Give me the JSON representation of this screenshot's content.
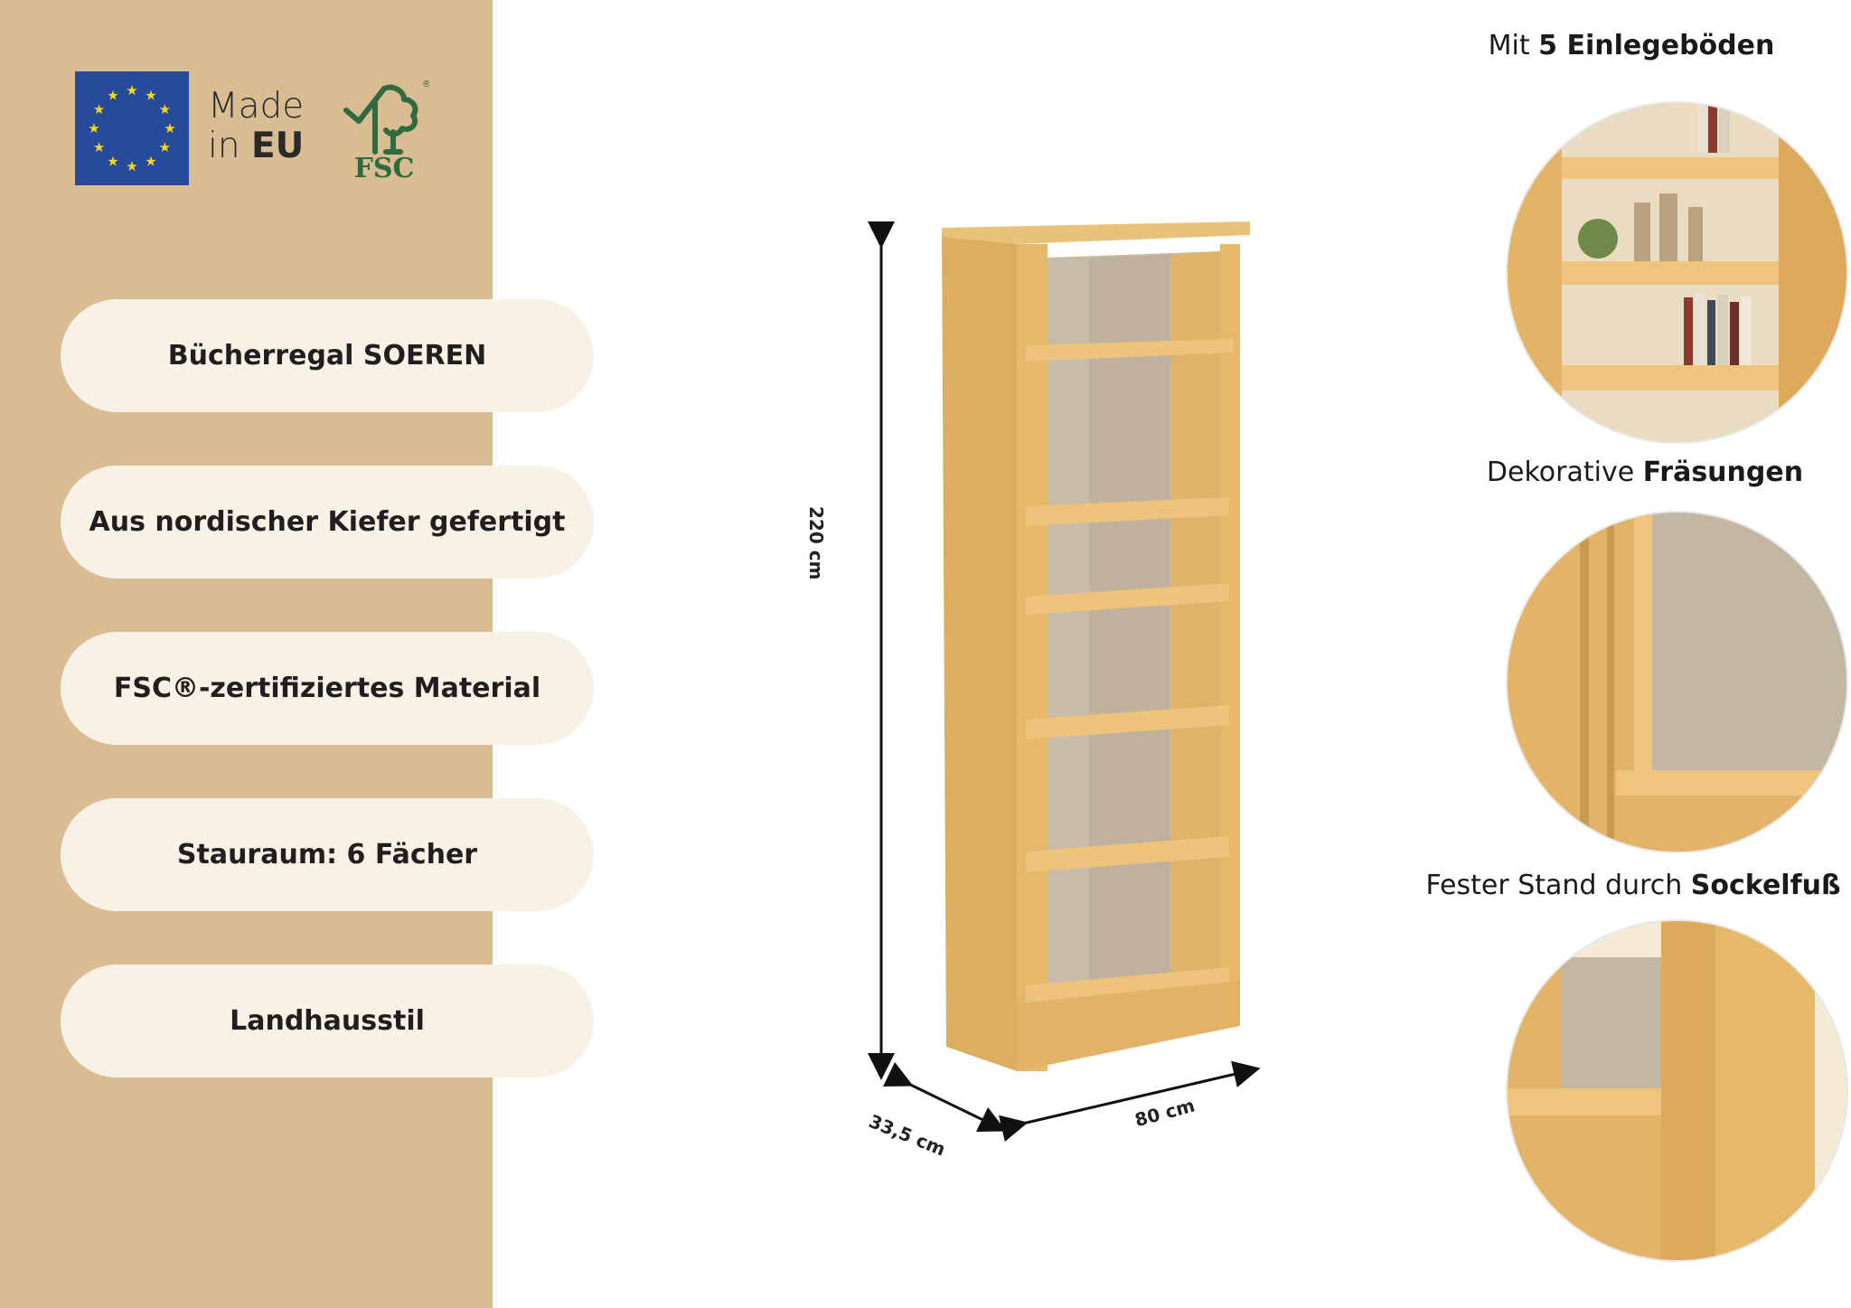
{
  "badges": {
    "made_in_line1": "Made",
    "made_in_line2_prefix": "in",
    "made_in_line2_bold": "EU",
    "fsc_label": "FSC",
    "fsc_registered": "®"
  },
  "features": [
    {
      "label": "Bücherregal SOEREN"
    },
    {
      "label": "Aus nordischer Kiefer gefertigt"
    },
    {
      "label": "FSC®-zertifiziertes Material"
    },
    {
      "label": "Stauraum: 6 Fächer"
    },
    {
      "label": "Landhausstil"
    }
  ],
  "dimensions": {
    "height": "220 cm",
    "depth": "33,5 cm",
    "width": "80 cm"
  },
  "details": [
    {
      "prefix": "Mit ",
      "bold": "5 Einlegeböden"
    },
    {
      "prefix": "Dekorative ",
      "bold": "Fräsungen"
    },
    {
      "prefix": "Fester Stand durch ",
      "bold": "Sockelfuß"
    }
  ],
  "colors": {
    "panel": "#d9bc92",
    "pill": "#f8f2e6",
    "wood": "#e3b76a",
    "eu_blue": "#274a9b",
    "eu_star": "#f7d71c",
    "fsc_green": "#2f6b3f"
  }
}
